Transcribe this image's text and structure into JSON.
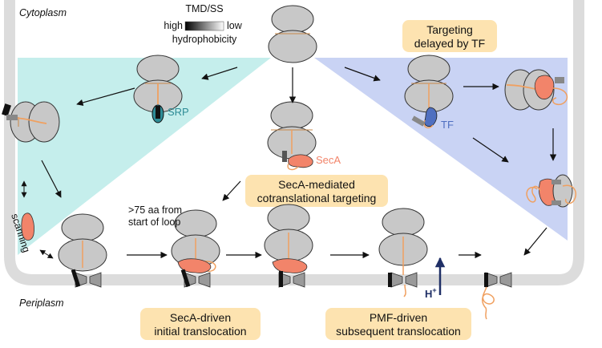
{
  "labels": {
    "cytoplasm": "Cytoplasm",
    "periplasm": "Periplasm",
    "scanning": "scanning",
    "tmd_title": "TMD/SS",
    "high": "high",
    "low": "low",
    "hydrophobicity": "hydrophobicity",
    "srp": "SRP",
    "seca": "SecA",
    "tf": "TF",
    "aa_line1": ">75 aa from",
    "aa_line2": "start of loop",
    "proton": "H",
    "proton_sup": "+"
  },
  "boxes": {
    "tf_delay": [
      "Targeting",
      "delayed by TF"
    ],
    "seca_cotrans": [
      "SecA-mediated",
      "cotranslational targeting"
    ],
    "seca_driven": [
      "SecA-driven",
      "initial translocation"
    ],
    "pmf_driven": [
      "PMF-driven",
      "subsequent translocation"
    ]
  },
  "colors": {
    "membrane": "#dcdcdc",
    "srp_region": "#c5eeec",
    "tf_region": "#c9d3f4",
    "ribosome": "#c8c8c8",
    "label_box": "#fde3b0",
    "seca": "#f2846a",
    "srp": "#2e8c96",
    "tf": "#4f6fc0",
    "nascent_chain": "#f0a060",
    "proton_arrow": "#1f2f66"
  }
}
